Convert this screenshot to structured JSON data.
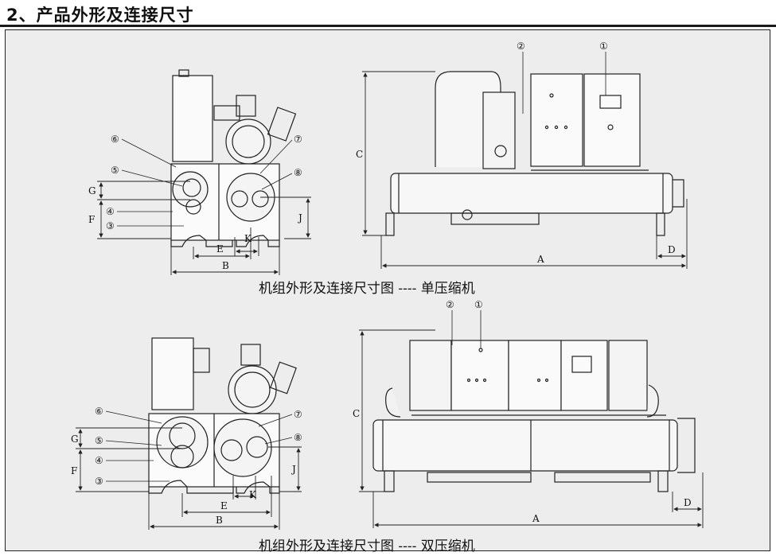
{
  "section_title": "2、产品外形及连接尺寸",
  "figures": [
    {
      "caption": "机组外形及连接尺寸图 ---- 单压缩机",
      "dims": [
        "G",
        "F",
        "E",
        "B",
        "K",
        "J",
        "C",
        "A",
        "D"
      ],
      "callouts": [
        "①",
        "②",
        "③",
        "④",
        "⑤",
        "⑥",
        "⑦",
        "⑧"
      ]
    },
    {
      "caption": "机组外形及连接尺寸图 ---- 双压缩机",
      "dims": [
        "G",
        "F",
        "E",
        "B",
        "K",
        "J",
        "C",
        "A",
        "D"
      ],
      "callouts": [
        "①",
        "②",
        "③",
        "④",
        "⑤",
        "⑥",
        "⑦",
        "⑧"
      ]
    }
  ],
  "colors": {
    "frame_bg": "#ededed",
    "line": "#222222"
  }
}
